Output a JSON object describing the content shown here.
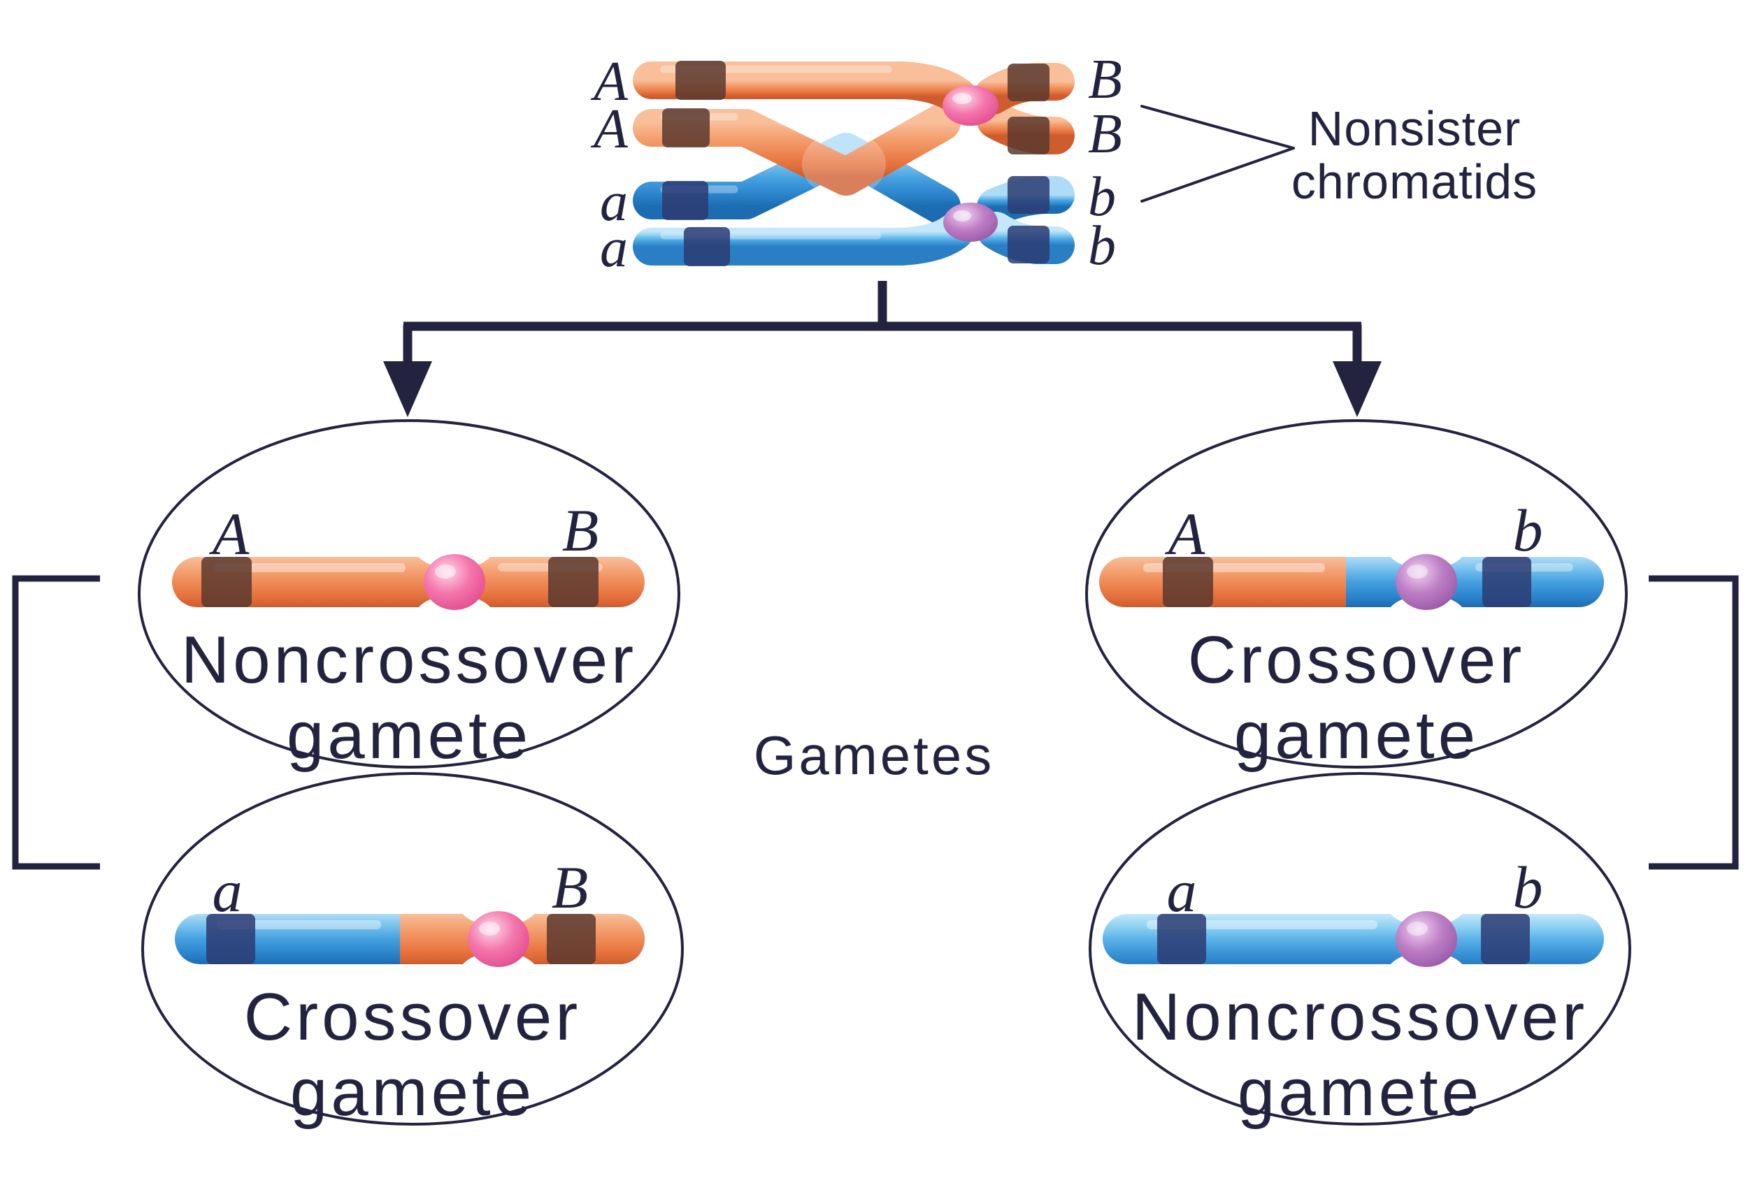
{
  "diagram": {
    "background": "#ffffff",
    "ink_color": "#232340",
    "annotation": {
      "line1": "Nonsister",
      "line2": "chromatids"
    },
    "center_label": "Gametes",
    "tetrad": {
      "left_alleles": [
        "A",
        "A",
        "a",
        "a"
      ],
      "right_alleles": [
        "B",
        "B",
        "b",
        "b"
      ],
      "chromatid_colors": [
        "orange",
        "orange",
        "blue",
        "blue"
      ],
      "centromere_colors": [
        "pink",
        "purple"
      ]
    },
    "gametes": [
      {
        "position": "top-left",
        "left_allele": "A",
        "right_allele": "B",
        "type_line1": "Noncrossover",
        "type_line2": "gamete",
        "segments": "orange",
        "centromere": "pink"
      },
      {
        "position": "top-right",
        "left_allele": "A",
        "right_allele": "b",
        "type_line1": "Crossover",
        "type_line2": "gamete",
        "segments": "orange-blue",
        "centromere": "purple"
      },
      {
        "position": "bottom-left",
        "left_allele": "a",
        "right_allele": "B",
        "type_line1": "Crossover",
        "type_line2": "gamete",
        "segments": "blue-orange",
        "centromere": "pink"
      },
      {
        "position": "bottom-right",
        "left_allele": "a",
        "right_allele": "b",
        "type_line1": "Noncrossover",
        "type_line2": "gamete",
        "segments": "blue",
        "centromere": "purple"
      }
    ],
    "colors": {
      "orange": "#f08c58",
      "orange_dark": "#d2602f",
      "orange_light": "#f8bf9a",
      "blue": "#47a2e0",
      "blue_dark": "#1d6cb2",
      "blue_light": "#aedcf6",
      "brown_band": "#5b382e",
      "navy_band": "#2b3b72",
      "pink_centromere": "#ee5f9b",
      "purple_centromere": "#b569bd"
    }
  }
}
